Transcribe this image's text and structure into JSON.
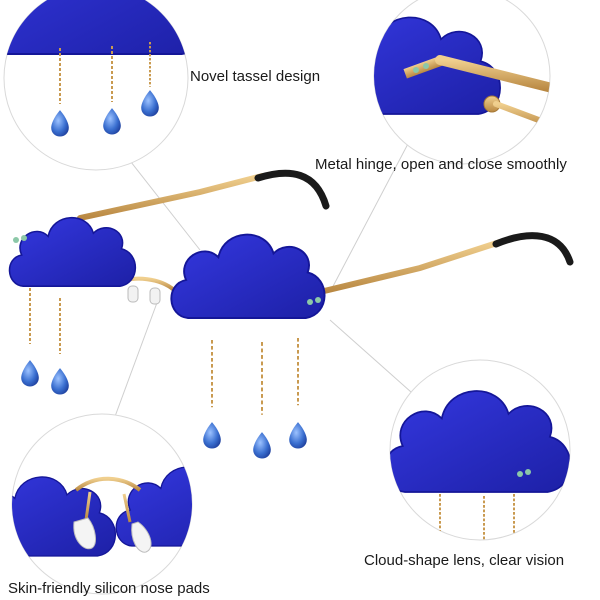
{
  "captions": {
    "tassel": "Novel tassel design",
    "hinge": "Metal hinge, open and close smoothly",
    "lens": "Cloud-shape lens, clear vision",
    "nose_pads": "Skin-friendly silicon nose pads"
  },
  "colors": {
    "lens_blue": "#2b2fd6",
    "lens_blue_dark": "#1c1fa8",
    "gold": "#d8a860",
    "gold_dark": "#a87a38",
    "temple_tip": "#1a1a1a",
    "callout_circle": "#d9d9d9",
    "drop_blue": "#4a7fd8",
    "pad_white": "#f4f4f4"
  },
  "icons": {
    "lens": "cloud-shape",
    "tassel": "chain-with-teardrop",
    "hinge": "metal-hinge"
  }
}
